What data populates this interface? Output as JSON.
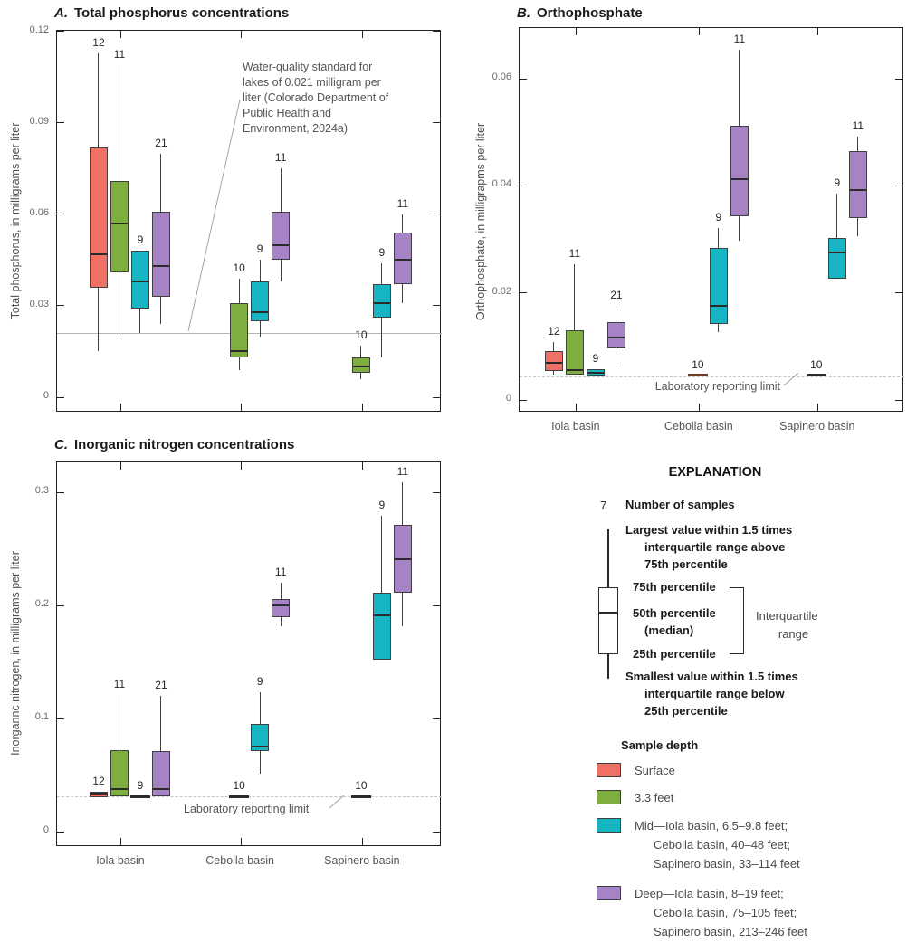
{
  "colors": {
    "surface": "#ef7165",
    "feet_3_3": "#7ead40",
    "mid": "#17b5c2",
    "deep": "#a583c5",
    "box_border": "#3f3f3f",
    "flat_dark": "#2b2b2b",
    "flat_brown": "#713a21",
    "reference_gray": "#b5b5b5",
    "dashed_gray": "#c4c4c4"
  },
  "chart_data": [
    {
      "id": "A",
      "type": "box",
      "title_letter": "A.",
      "title": "Total phosphorus concentrations",
      "ylabel": "Total phosphorus, in milligrams per liter",
      "yticks": [
        "0",
        "0.03",
        "0.06",
        "0.09",
        "0.12"
      ],
      "ytick_values": [
        0,
        0.03,
        0.06,
        0.09,
        0.12
      ],
      "ylim": [
        0,
        0.1205
      ],
      "grid": false,
      "legend_position": "separate-explanation-panel",
      "categories": [
        "Iola basin",
        "Cebolla basin",
        "Sapinero basin"
      ],
      "reference_line": {
        "value": 0.021,
        "label": "Water-quality standard for lakes of 0.021 milligram per liter (Colorado Department of Public Health and Environment, 2024a)"
      },
      "groups": [
        {
          "category": "Iola basin",
          "boxes": [
            {
              "series": "surface",
              "n": 12,
              "whisker_low": 0.015,
              "q1": 0.036,
              "median": 0.047,
              "q3": 0.082,
              "whisker_high": 0.113
            },
            {
              "series": "3.3 feet",
              "n": 11,
              "whisker_low": 0.019,
              "q1": 0.041,
              "median": 0.057,
              "q3": 0.071,
              "whisker_high": 0.109
            },
            {
              "series": "mid",
              "n": 9,
              "whisker_low": 0.021,
              "q1": 0.029,
              "median": 0.038,
              "q3": 0.048,
              "whisker_high": 0.048
            },
            {
              "series": "deep",
              "n": 21,
              "whisker_low": 0.024,
              "q1": 0.033,
              "median": 0.043,
              "q3": 0.061,
              "whisker_high": 0.08
            }
          ]
        },
        {
          "category": "Cebolla basin",
          "boxes": [
            {
              "series": "3.3 feet",
              "n": 10,
              "whisker_low": 0.009,
              "q1": 0.013,
              "median": 0.015,
              "q3": 0.031,
              "whisker_high": 0.039
            },
            {
              "series": "mid",
              "n": 9,
              "whisker_low": 0.02,
              "q1": 0.025,
              "median": 0.028,
              "q3": 0.038,
              "whisker_high": 0.045
            },
            {
              "series": "deep",
              "n": 11,
              "whisker_low": 0.038,
              "q1": 0.045,
              "median": 0.05,
              "q3": 0.061,
              "whisker_high": 0.075
            }
          ]
        },
        {
          "category": "Sapinero basin",
          "boxes": [
            {
              "series": "3.3 feet",
              "n": 10,
              "whisker_low": 0.006,
              "q1": 0.008,
              "median": 0.01,
              "q3": 0.013,
              "whisker_high": 0.017
            },
            {
              "series": "mid",
              "n": 9,
              "whisker_low": 0.013,
              "q1": 0.026,
              "median": 0.031,
              "q3": 0.037,
              "whisker_high": 0.044
            },
            {
              "series": "deep",
              "n": 11,
              "whisker_low": 0.031,
              "q1": 0.037,
              "median": 0.045,
              "q3": 0.054,
              "whisker_high": 0.06
            }
          ]
        }
      ]
    },
    {
      "id": "B",
      "type": "box",
      "title_letter": "B.",
      "title": "Orthophosphate",
      "ylabel": "Orthophosphate, in milligrapms per liter",
      "yticks": [
        "0",
        "0.02",
        "0.04",
        "0.06"
      ],
      "ytick_values": [
        0,
        0.02,
        0.04,
        0.06
      ],
      "ylim": [
        0,
        0.0695
      ],
      "grid": false,
      "categories": [
        "Iola basin",
        "Cebolla basin",
        "Sapinero basin"
      ],
      "lab_limit": {
        "value": 0.0044,
        "label": "Laboratory reporting limit"
      },
      "groups": [
        {
          "category": "Iola basin",
          "boxes": [
            {
              "series": "surface",
              "n": 12,
              "whisker_low": 0.0047,
              "q1": 0.0054,
              "median": 0.007,
              "q3": 0.0092,
              "whisker_high": 0.0109
            },
            {
              "series": "3.3 feet",
              "n": 11,
              "whisker_low": 0.0047,
              "q1": 0.0047,
              "median": 0.0056,
              "q3": 0.013,
              "whisker_high": 0.0254
            },
            {
              "series": "mid",
              "n": 9,
              "whisker_low": 0.0046,
              "q1": 0.0046,
              "median": 0.005,
              "q3": 0.0058,
              "whisker_high": 0.0058
            },
            {
              "series": "deep",
              "n": 21,
              "whisker_low": 0.0068,
              "q1": 0.0096,
              "median": 0.0116,
              "q3": 0.0145,
              "whisker_high": 0.0176
            }
          ]
        },
        {
          "category": "Cebolla basin",
          "boxes": [
            {
              "series": "3.3 feet",
              "n": 10,
              "flat": true,
              "value": 0.0046,
              "flat_color": "flat_brown"
            },
            {
              "series": "mid",
              "n": 9,
              "whisker_low": 0.0126,
              "q1": 0.0142,
              "median": 0.0176,
              "q3": 0.0284,
              "whisker_high": 0.0322
            },
            {
              "series": "deep",
              "n": 11,
              "whisker_low": 0.0298,
              "q1": 0.0344,
              "median": 0.0412,
              "q3": 0.0512,
              "whisker_high": 0.0655
            }
          ]
        },
        {
          "category": "Sapinero basin",
          "boxes": [
            {
              "series": "3.3 feet",
              "n": 10,
              "flat": true,
              "value": 0.0046,
              "flat_color": "flat_dark"
            },
            {
              "series": "mid",
              "n": 9,
              "whisker_low": 0.0227,
              "q1": 0.0227,
              "median": 0.0276,
              "q3": 0.0303,
              "whisker_high": 0.0385
            },
            {
              "series": "deep",
              "n": 11,
              "whisker_low": 0.0306,
              "q1": 0.0339,
              "median": 0.0393,
              "q3": 0.0465,
              "whisker_high": 0.0492
            }
          ]
        }
      ]
    },
    {
      "id": "C",
      "type": "box",
      "title_letter": "C.",
      "title": "Inorganic nitrogen concentrations",
      "ylabel": "Inorgannc nitrogen, in milligrams per liter",
      "yticks": [
        "0",
        "0.1",
        "0.2",
        "0.3"
      ],
      "ytick_values": [
        0,
        0.1,
        0.2,
        0.3
      ],
      "ylim": [
        0,
        0.326
      ],
      "grid": false,
      "categories": [
        "Iola basin",
        "Cebolla basin",
        "Sapinero basin"
      ],
      "lab_limit": {
        "value": 0.031,
        "label": "Laboratory reporting limit"
      },
      "groups": [
        {
          "category": "Iola basin",
          "boxes": [
            {
              "series": "surface",
              "n": 12,
              "whisker_low": 0.0305,
              "q1": 0.0305,
              "median": 0.034,
              "q3": 0.035,
              "whisker_high": 0.035
            },
            {
              "series": "3.3 feet",
              "n": 11,
              "whisker_low": 0.031,
              "q1": 0.031,
              "median": 0.038,
              "q3": 0.072,
              "whisker_high": 0.121
            },
            {
              "series": "mid",
              "n": 9,
              "flat": true,
              "value": 0.031,
              "flat_color": "flat_dark"
            },
            {
              "series": "deep",
              "n": 21,
              "whisker_low": 0.031,
              "q1": 0.031,
              "median": 0.038,
              "q3": 0.071,
              "whisker_high": 0.12
            }
          ]
        },
        {
          "category": "Cebolla basin",
          "boxes": [
            {
              "series": "3.3 feet",
              "n": 10,
              "flat": true,
              "value": 0.031,
              "flat_color": "flat_dark"
            },
            {
              "series": "mid",
              "n": 9,
              "whisker_low": 0.051,
              "q1": 0.071,
              "median": 0.075,
              "q3": 0.095,
              "whisker_high": 0.123
            },
            {
              "series": "deep",
              "n": 11,
              "whisker_low": 0.182,
              "q1": 0.19,
              "median": 0.2,
              "q3": 0.206,
              "whisker_high": 0.22
            }
          ]
        },
        {
          "category": "Sapinero basin",
          "boxes": [
            {
              "series": "3.3 feet",
              "n": 10,
              "flat": true,
              "value": 0.031,
              "flat_color": "flat_dark"
            },
            {
              "series": "mid",
              "n": 9,
              "whisker_low": 0.152,
              "q1": 0.152,
              "median": 0.191,
              "q3": 0.211,
              "whisker_high": 0.279
            },
            {
              "series": "deep",
              "n": 11,
              "whisker_low": 0.182,
              "q1": 0.211,
              "median": 0.241,
              "q3": 0.271,
              "whisker_high": 0.309
            }
          ]
        }
      ]
    }
  ],
  "explanation": {
    "title": "EXPLANATION",
    "number_symbol": "7",
    "number_label": "Number of samples",
    "upper_lines": [
      "Largest value within 1.5 times",
      "interquartile range above",
      "75th percentile"
    ],
    "p75": "75th percentile",
    "p50": "50th percentile",
    "median_paren": "(median)",
    "p25": "25th percentile",
    "iqr_lines": [
      "Interquartile",
      "range"
    ],
    "lower_lines": [
      "Smallest value within 1.5 times",
      "interquartile range below",
      "25th percentile"
    ],
    "sample_depth_title": "Sample depth",
    "legend": [
      {
        "series": "surface",
        "lines": [
          "Surface"
        ]
      },
      {
        "series": "3.3 feet",
        "lines": [
          "3.3 feet"
        ]
      },
      {
        "series": "mid",
        "lines": [
          "Mid—Iola basin, 6.5–9.8 feet;",
          "Cebolla basin, 40–48 feet;",
          "Sapinero basin, 33–114 feet"
        ]
      },
      {
        "series": "deep",
        "lines": [
          "Deep—Iola basin, 8–19 feet;",
          "Cebolla basin, 75–105 feet;",
          "Sapinero basin, 213–246 feet"
        ]
      }
    ]
  }
}
